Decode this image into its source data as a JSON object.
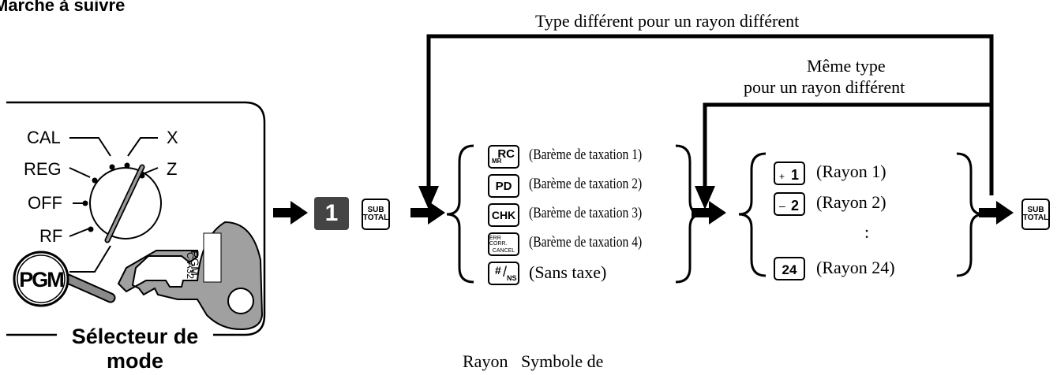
{
  "heading": "Marche à suivre",
  "flow": {
    "top_label": "Type différent pour un rayon différent",
    "inner_label_line1": "Même type",
    "inner_label_line2": "pour un rayon différent",
    "bottom_partial": "Rayon   Symbole de"
  },
  "mode_switch": {
    "positions": [
      "CAL",
      "REG",
      "OFF",
      "RF",
      "X",
      "Z"
    ],
    "pgm_label": "PGM",
    "key_tag": "PGM",
    "key_code": "C-A32",
    "caption_line1": "Sélecteur de",
    "caption_line2": "mode"
  },
  "keys": {
    "digit_one": "1",
    "subtotal_line1": "SUB",
    "subtotal_line2": "TOTAL",
    "rc_main": "RC",
    "rc_sub": "MR",
    "pd": "PD",
    "chk": "CHK",
    "err_line1": "ERR CORR.",
    "err_line2": "CANCEL",
    "ns_top": "#",
    "ns_bottom": "NS",
    "dept1_sign": "+",
    "dept1_num": "1",
    "dept2_sign": "–",
    "dept2_num": "2",
    "dept24": "24"
  },
  "tax_options": [
    "(Barème de taxation 1)",
    "(Barème de taxation 2)",
    "(Barème de taxation 3)",
    "(Barème de taxation 4)",
    "(Sans taxe)"
  ],
  "departments": [
    "(Rayon 1)",
    "(Rayon 2)",
    ":",
    "(Rayon 24)"
  ]
}
